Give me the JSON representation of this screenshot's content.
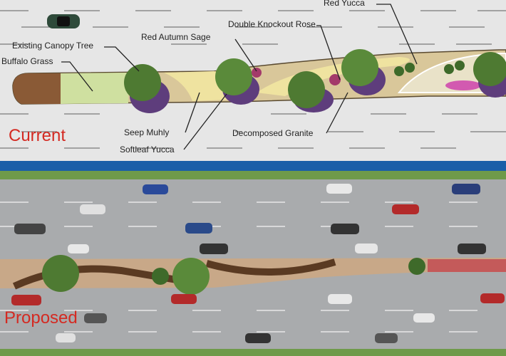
{
  "current": {
    "title": "Current",
    "labels": {
      "red_yucca": "Red Yucca",
      "double_knockout_rose": "Double Knockout Rose",
      "red_autumn_sage": "Red Autumn Sage",
      "existing_canopy_tree": "Existing Canopy Tree",
      "buffalo_grass": "Buffalo Grass",
      "seep_muhly": "Seep Muhly",
      "softleaf_yucca": "Softleaf Yucca",
      "decomposed_granite": "Decomposed Granite"
    }
  },
  "proposed": {
    "title": "Proposed"
  },
  "colors": {
    "title_red": "#d42a22",
    "divider_blue": "#1a5ea8"
  }
}
